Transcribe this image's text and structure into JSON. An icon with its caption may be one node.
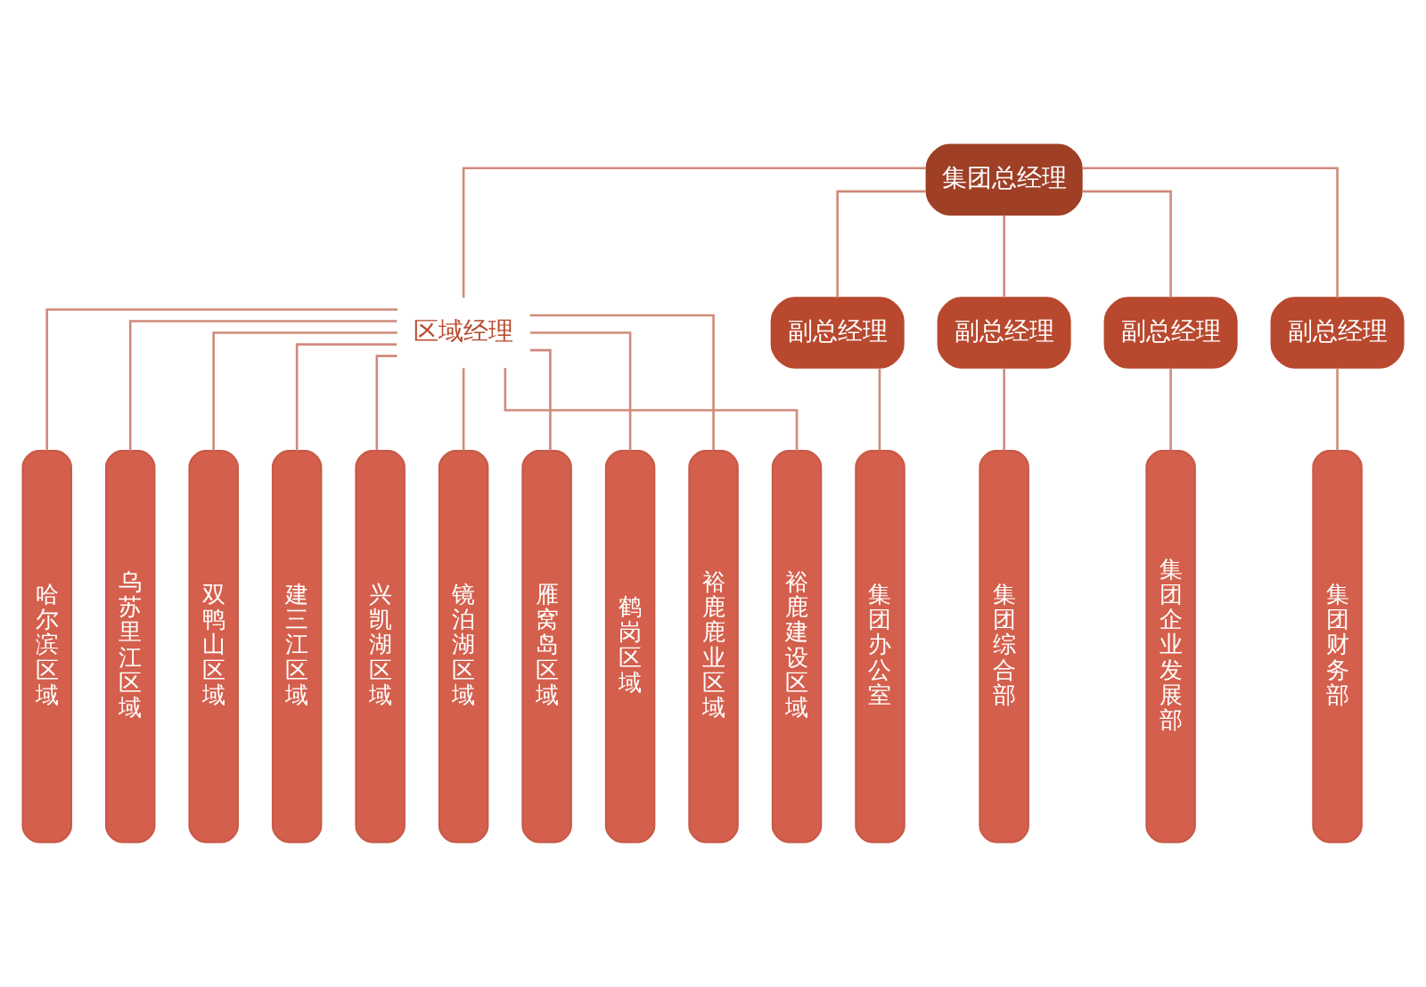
{
  "diagram": {
    "nodes": [
      {
        "text": [
          "集团总经理"
        ]
      },
      {
        "text": [
          "区域经理"
        ]
      },
      {
        "text": [
          "副总经理"
        ]
      },
      {
        "text": [
          "副总经理"
        ]
      },
      {
        "text": [
          "副总经理"
        ]
      },
      {
        "text": [
          "副总经理"
        ]
      },
      {
        "text": [
          "哈尔滨区域"
        ]
      },
      {
        "text": [
          "乌苏里江区域"
        ]
      },
      {
        "text": [
          "双鸭山区域"
        ]
      },
      {
        "text": [
          "建三江区域"
        ]
      },
      {
        "text": [
          "兴凯湖区域"
        ]
      },
      {
        "text": [
          "镜泊湖区域"
        ]
      },
      {
        "text": [
          "雁窝岛区域"
        ]
      },
      {
        "text": [
          "鹤岗区域"
        ]
      },
      {
        "text": [
          "裕鹿鹿业区域"
        ]
      },
      {
        "text": [
          "裕鹿建设区域"
        ]
      },
      {
        "text": [
          "集团办公室"
        ]
      },
      {
        "text": [
          "集团综合部"
        ]
      },
      {
        "text": [
          "集团企业发展部"
        ]
      },
      {
        "text": [
          "集团财务部"
        ]
      }
    ],
    "edges": [
      {
        "from": 0,
        "to": 1,
        "arrow": "none"
      },
      {
        "from": 0,
        "to": 2,
        "arrow": "none"
      },
      {
        "from": 0,
        "to": 3,
        "arrow": "none"
      },
      {
        "from": 0,
        "to": 4,
        "arrow": "none"
      },
      {
        "from": 0,
        "to": 5,
        "arrow": "none"
      },
      {
        "from": 1,
        "to": 6,
        "arrow": "none"
      },
      {
        "from": 1,
        "to": 7,
        "arrow": "none"
      },
      {
        "from": 1,
        "to": 8,
        "arrow": "none"
      },
      {
        "from": 1,
        "to": 9,
        "arrow": "none"
      },
      {
        "from": 1,
        "to": 10,
        "arrow": "none"
      },
      {
        "from": 1,
        "to": 11,
        "arrow": "none"
      },
      {
        "from": 1,
        "to": 12,
        "arrow": "none"
      },
      {
        "from": 1,
        "to": 13,
        "arrow": "none"
      },
      {
        "from": 1,
        "to": 14,
        "arrow": "none"
      },
      {
        "from": 1,
        "to": 15,
        "arrow": "none"
      },
      {
        "from": 2,
        "to": 16,
        "arrow": "none"
      },
      {
        "from": 3,
        "to": 17,
        "arrow": "none"
      },
      {
        "from": 4,
        "to": 18,
        "arrow": "none"
      },
      {
        "from": 5,
        "to": 19,
        "arrow": "none"
      }
    ]
  }
}
